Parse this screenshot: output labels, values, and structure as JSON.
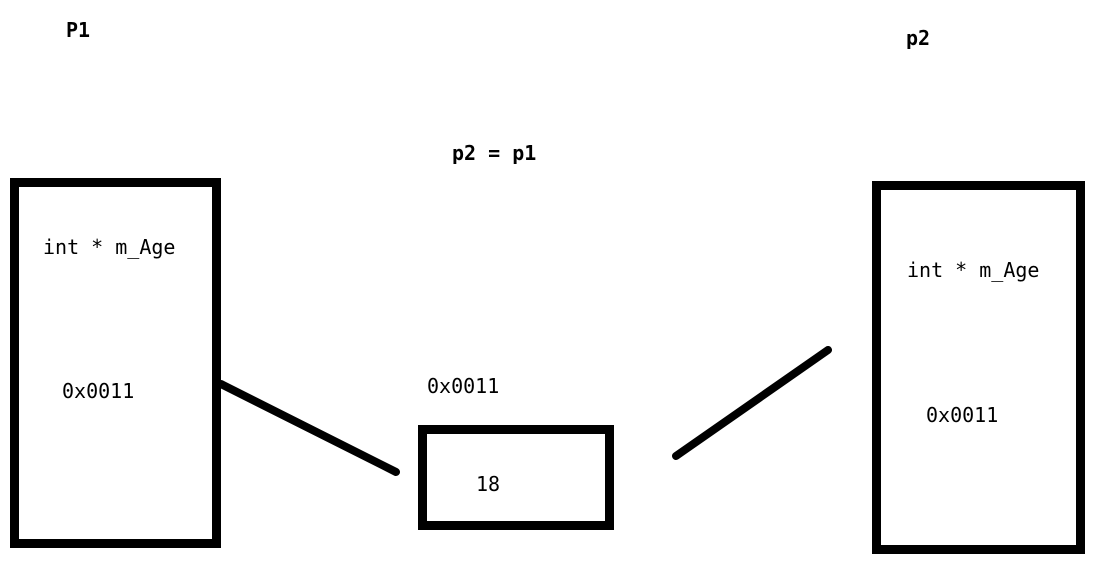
{
  "obj1": {
    "name": "P1",
    "member": "int * m_Age",
    "value": "0x0011"
  },
  "assignment": "p2 = p1",
  "heap": {
    "address": "0x0011",
    "value": "18"
  },
  "obj2": {
    "name": "p2",
    "member": "int * m_Age",
    "value": "0x0011"
  },
  "colors": {
    "ink": "#000000",
    "background": "#ffffff"
  }
}
